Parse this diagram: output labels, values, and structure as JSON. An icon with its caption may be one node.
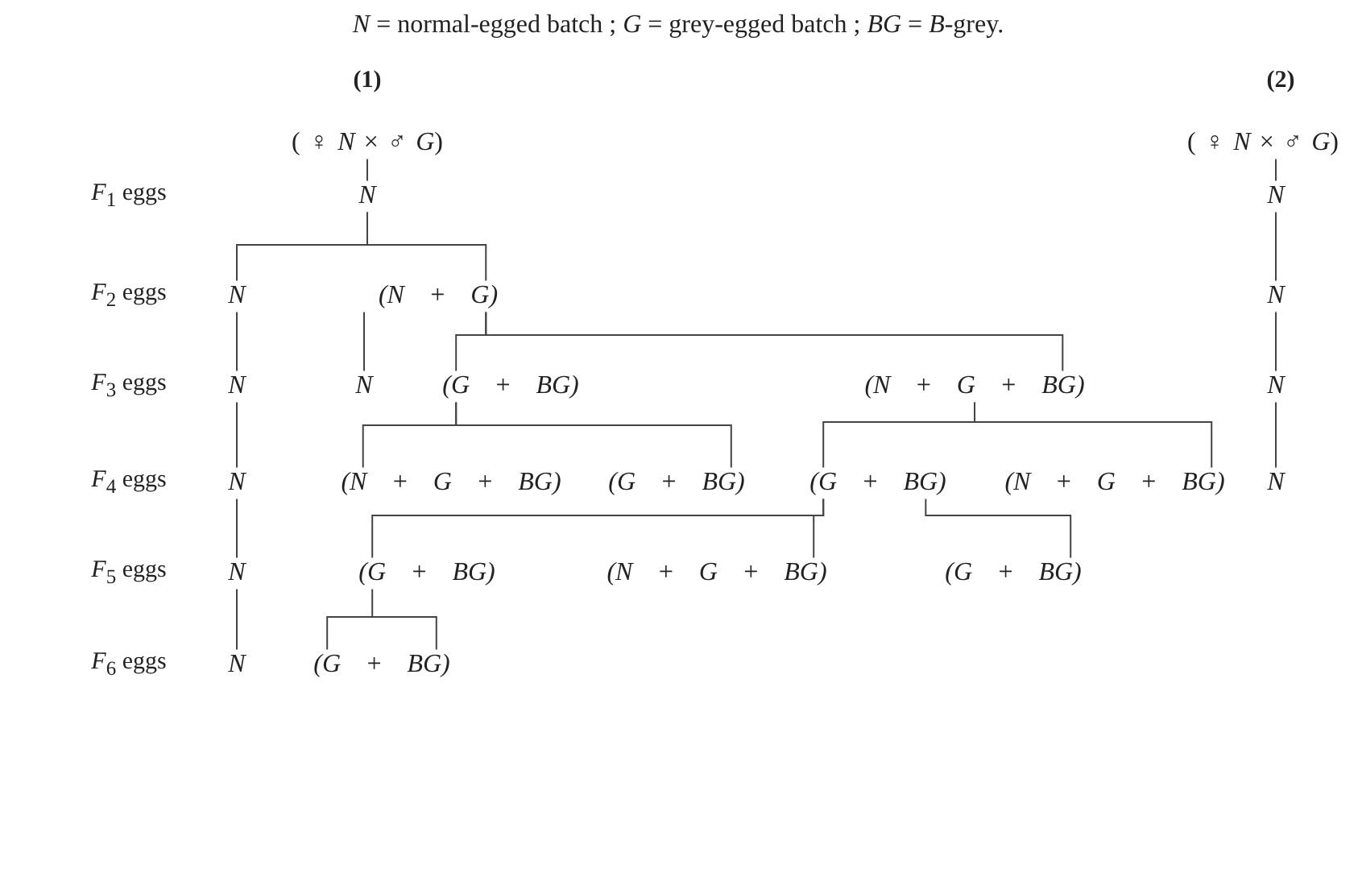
{
  "diagram": {
    "title": "*N* = normal-egged batch ;  *G* = grey-egged batch ;  *BG* = *B*-grey.",
    "nodes": [
      {
        "text": [
          "( ♀ *N* × ♂ *G*)"
        ]
      },
      {
        "text": [
          "N"
        ]
      },
      {
        "text": [
          "N"
        ]
      },
      {
        "text": [
          "(N + G)"
        ]
      },
      {
        "text": [
          "N"
        ]
      },
      {
        "text": [
          "N"
        ]
      },
      {
        "text": [
          "(G + BG)"
        ]
      },
      {
        "text": [
          "(N + G + BG)"
        ]
      },
      {
        "text": [
          "N"
        ]
      },
      {
        "text": [
          "(N + G + BG)"
        ]
      },
      {
        "text": [
          "(G + BG)"
        ]
      },
      {
        "text": [
          "(G + BG)"
        ]
      },
      {
        "text": [
          "(N + G + BG)"
        ]
      },
      {
        "text": [
          "N"
        ]
      },
      {
        "text": [
          "(G + BG)"
        ]
      },
      {
        "text": [
          "(N + G + BG)"
        ]
      },
      {
        "text": [
          "(G + BG)"
        ]
      },
      {
        "text": [
          "N"
        ]
      },
      {
        "text": [
          "(G + BG)"
        ]
      },
      {
        "text": [
          "( ♀ *N* × ♂ *G*)"
        ]
      },
      {
        "text": [
          "N"
        ]
      },
      {
        "text": [
          "N"
        ]
      },
      {
        "text": [
          "N"
        ]
      },
      {
        "text": [
          "N"
        ]
      }
    ],
    "edges": [
      {
        "from": 0,
        "to": 1,
        "arrow": "none"
      },
      {
        "from": 1,
        "to": 2,
        "arrow": "none"
      },
      {
        "from": 1,
        "to": 3,
        "arrow": "none"
      },
      {
        "from": 2,
        "to": 4,
        "arrow": "none"
      },
      {
        "from": 3,
        "to": 5,
        "arrow": "none"
      },
      {
        "from": 3,
        "to": 6,
        "arrow": "none"
      },
      {
        "from": 3,
        "to": 7,
        "arrow": "none"
      },
      {
        "from": 4,
        "to": 8,
        "arrow": "none"
      },
      {
        "from": 6,
        "to": 9,
        "arrow": "none"
      },
      {
        "from": 6,
        "to": 10,
        "arrow": "none"
      },
      {
        "from": 7,
        "to": 11,
        "arrow": "none"
      },
      {
        "from": 7,
        "to": 12,
        "arrow": "none"
      },
      {
        "from": 8,
        "to": 13,
        "arrow": "none"
      },
      {
        "from": 11,
        "to": 14,
        "arrow": "none"
      },
      {
        "from": 11,
        "to": 15,
        "arrow": "none"
      },
      {
        "from": 11,
        "to": 16,
        "arrow": "none"
      },
      {
        "from": 13,
        "to": 17,
        "arrow": "none"
      },
      {
        "from": 14,
        "to": 18,
        "arrow": "none"
      },
      {
        "from": 19,
        "to": 20,
        "arrow": "none"
      },
      {
        "from": 20,
        "to": 21,
        "arrow": "none"
      },
      {
        "from": 21,
        "to": 22,
        "arrow": "none"
      },
      {
        "from": 22,
        "to": 23,
        "arrow": "none"
      }
    ],
    "labels": [
      "(1)",
      "(2)",
      "*F*$_{1}$ eggs",
      "*F*$_{2}$ eggs",
      "*F*$_{3}$ eggs",
      "*F*$_{4}$ eggs",
      "*F*$_{5}$ eggs",
      "*F*$_{6}$ eggs"
    ]
  }
}
